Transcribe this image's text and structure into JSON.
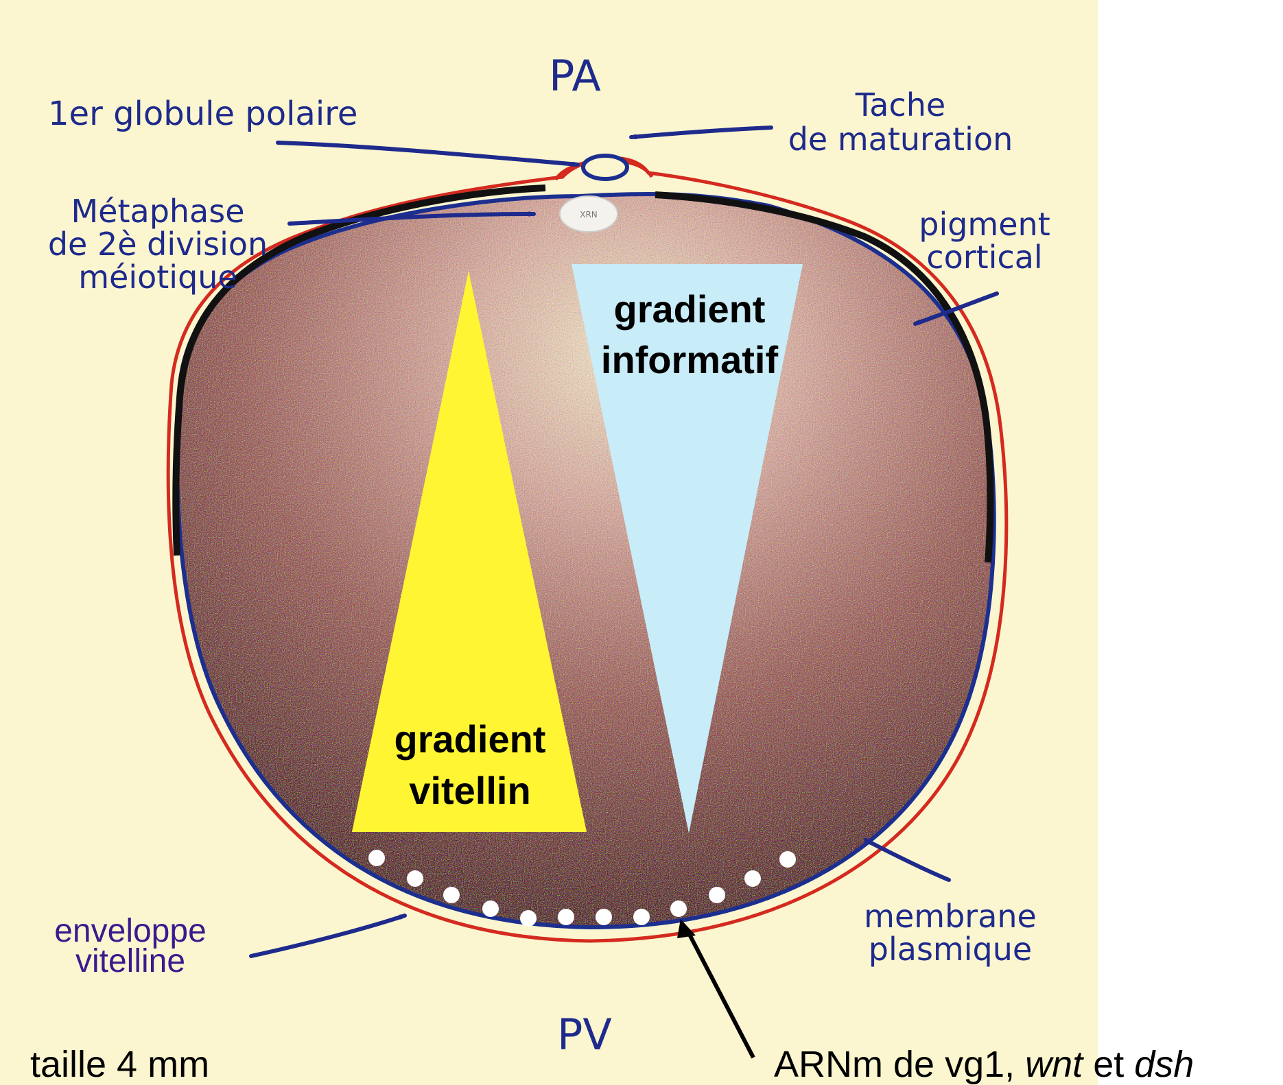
{
  "colors": {
    "panel": "#fbf6cf",
    "label_navy": "#1e2a8c",
    "membrane_red": "#d42a1f",
    "membrane_blue": "#1c2f8f",
    "pigment": "#111111",
    "yolk_gradient": "#fff533",
    "info_gradient": "#c8ecf8",
    "vitelline_label": "#3b1a8f"
  },
  "labels": {
    "pa": "PA",
    "pv": "PV",
    "polar_body": "1er globule polaire",
    "maturation_line1": "Tache",
    "maturation_line2": "de maturation",
    "metaphase_line1": "Métaphase",
    "metaphase_line2": "de 2è division",
    "metaphase_line3": "méiotique",
    "pigment_line1": "pigment",
    "pigment_line2": "cortical",
    "info_gradient_line1": "gradient",
    "info_gradient_line2": "informatif",
    "yolk_gradient_line1": "gradient",
    "yolk_gradient_line2": "vitellin",
    "membrane_line1": "membrane",
    "membrane_line2": "plasmique",
    "vitelline_line1": "enveloppe",
    "vitelline_line2": "vitelline",
    "size": "taille 4 mm",
    "nucleus_text": "XRN",
    "mrna_prefix": "ARNm de vg1, ",
    "mrna_wnt": "wnt",
    "mrna_mid": " et ",
    "mrna_dsh": "dsh"
  },
  "icons": {
    "arrow": "arrow-icon",
    "dot": "mrna-dot"
  }
}
